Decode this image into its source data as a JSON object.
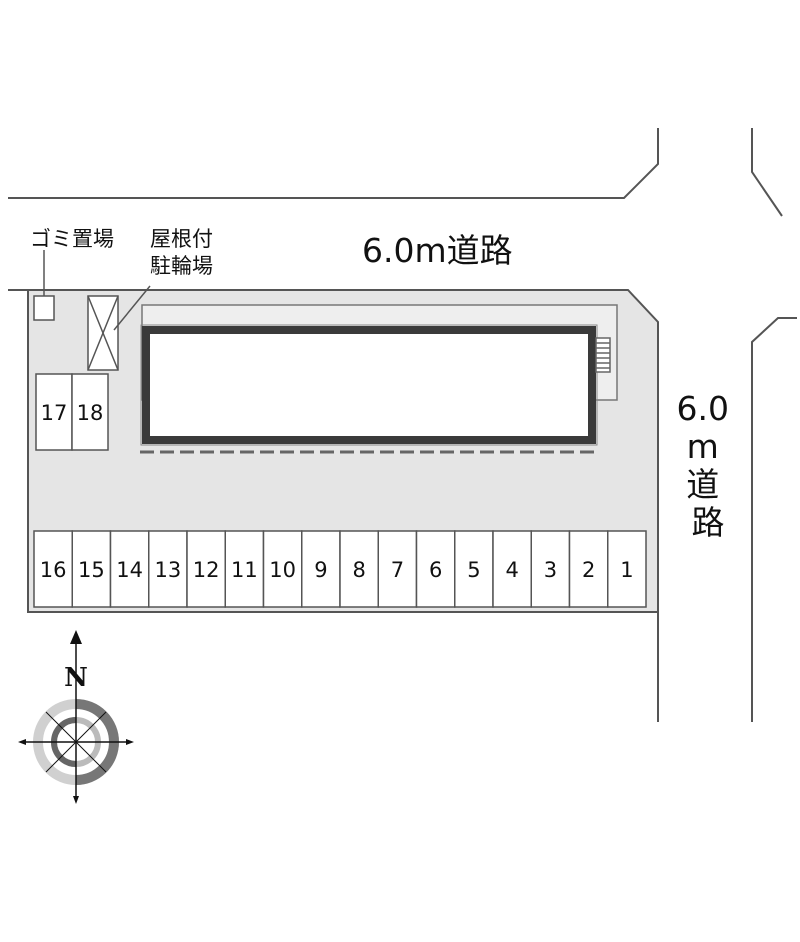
{
  "roads": {
    "north": {
      "label": "6.0m道路"
    },
    "east": {
      "label_lines": [
        "6.0",
        "m",
        "道",
        "路"
      ]
    }
  },
  "facilities": {
    "garbage": {
      "label": "ゴミ置場"
    },
    "bicycle": {
      "label_lines": [
        "屋根付",
        "駐輪場"
      ]
    }
  },
  "parking": {
    "row_spaces": [
      "16",
      "15",
      "14",
      "13",
      "12",
      "11",
      "10",
      "9",
      "8",
      "7",
      "6",
      "5",
      "4",
      "3",
      "2",
      "1"
    ],
    "side_spaces": [
      "17",
      "18"
    ]
  },
  "compass": {
    "north_label": "N"
  },
  "colors": {
    "lot_fill": "#e5e5e5",
    "line": "#555555",
    "building_wall": "#3a3a3a",
    "space_fill": "#ffffff"
  }
}
